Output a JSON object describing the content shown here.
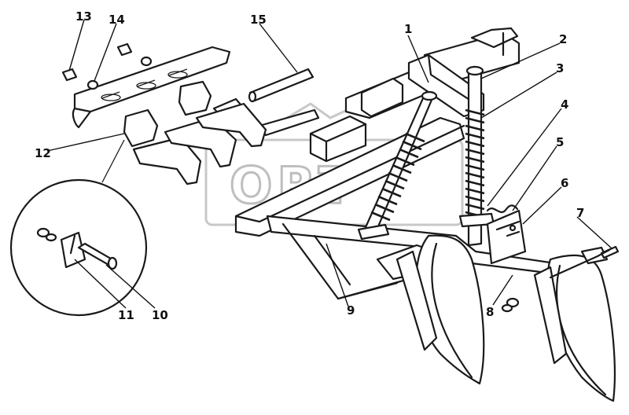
{
  "watermark": {
    "text": "ORT"
  },
  "callouts": [
    {
      "id": "c1",
      "label": "1"
    },
    {
      "id": "c2",
      "label": "2"
    },
    {
      "id": "c3",
      "label": "3"
    },
    {
      "id": "c4",
      "label": "4"
    },
    {
      "id": "c5",
      "label": "5"
    },
    {
      "id": "c6",
      "label": "6"
    },
    {
      "id": "c7",
      "label": "7"
    },
    {
      "id": "c8",
      "label": "8"
    },
    {
      "id": "c9",
      "label": "9"
    },
    {
      "id": "c10",
      "label": "10"
    },
    {
      "id": "c11",
      "label": "11"
    },
    {
      "id": "c12",
      "label": "12"
    },
    {
      "id": "c13",
      "label": "13"
    },
    {
      "id": "c14",
      "label": "14"
    },
    {
      "id": "c15",
      "label": "15"
    }
  ]
}
